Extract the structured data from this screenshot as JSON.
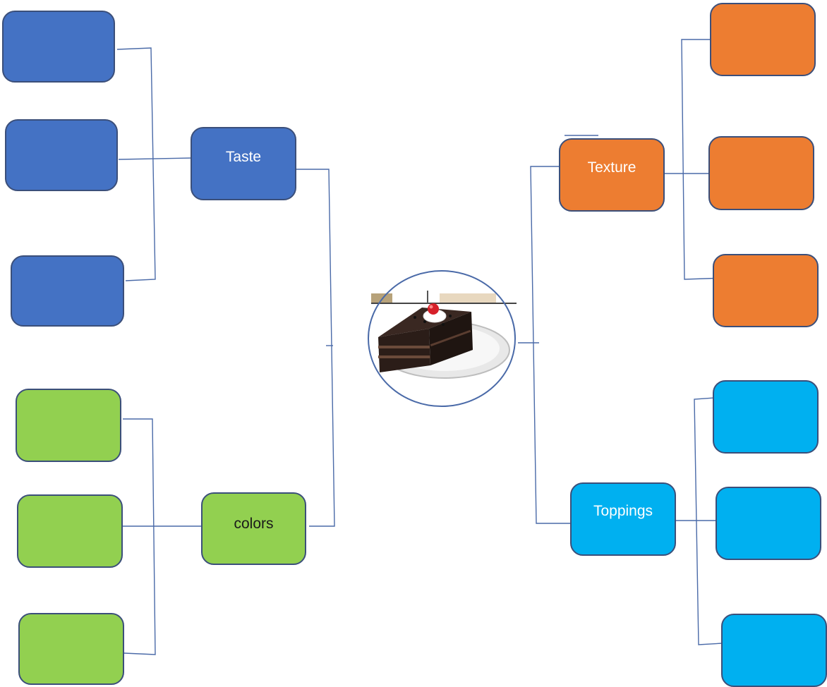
{
  "nodes": {
    "taste": {
      "label": "Taste"
    },
    "colors": {
      "label": "colors"
    },
    "texture": {
      "label": "Texture"
    },
    "toppings": {
      "label": "Toppings"
    }
  },
  "colors": {
    "taste": "#4472c4",
    "colors": "#92d050",
    "texture": "#ed7d31",
    "toppings": "#00b0f0",
    "connector": "#4a6aa8"
  },
  "center": {
    "icon": "chocolate-cake-icon"
  }
}
